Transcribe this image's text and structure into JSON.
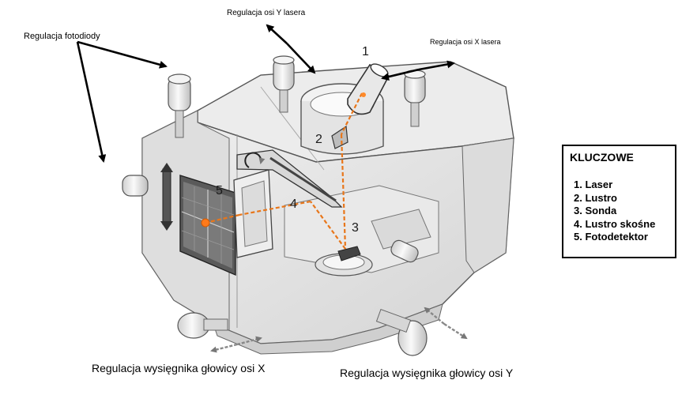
{
  "labels": {
    "fotodiody": "Regulacja fotodiody",
    "os_y_lasera": "Regulacja osi Y lasera",
    "os_x_lasera": "Regulacja osi X lasera",
    "wysiegnik_x": "Regulacja wysięgnika głowicy osi X",
    "wysiegnik_y": "Regulacja wysięgnika głowicy osi Y"
  },
  "numbers": [
    "1",
    "2",
    "3",
    "4",
    "5"
  ],
  "key": {
    "title": "KLUCZOWE",
    "items": [
      "1. Laser",
      "2. Lustro",
      "3. Sonda",
      "4. Lustro skośne",
      "5. Fotodetektor"
    ]
  },
  "colors": {
    "beam": "#e8761a",
    "outline": "#555555",
    "housing": "#e6e6e6",
    "arrow": "#000000"
  }
}
